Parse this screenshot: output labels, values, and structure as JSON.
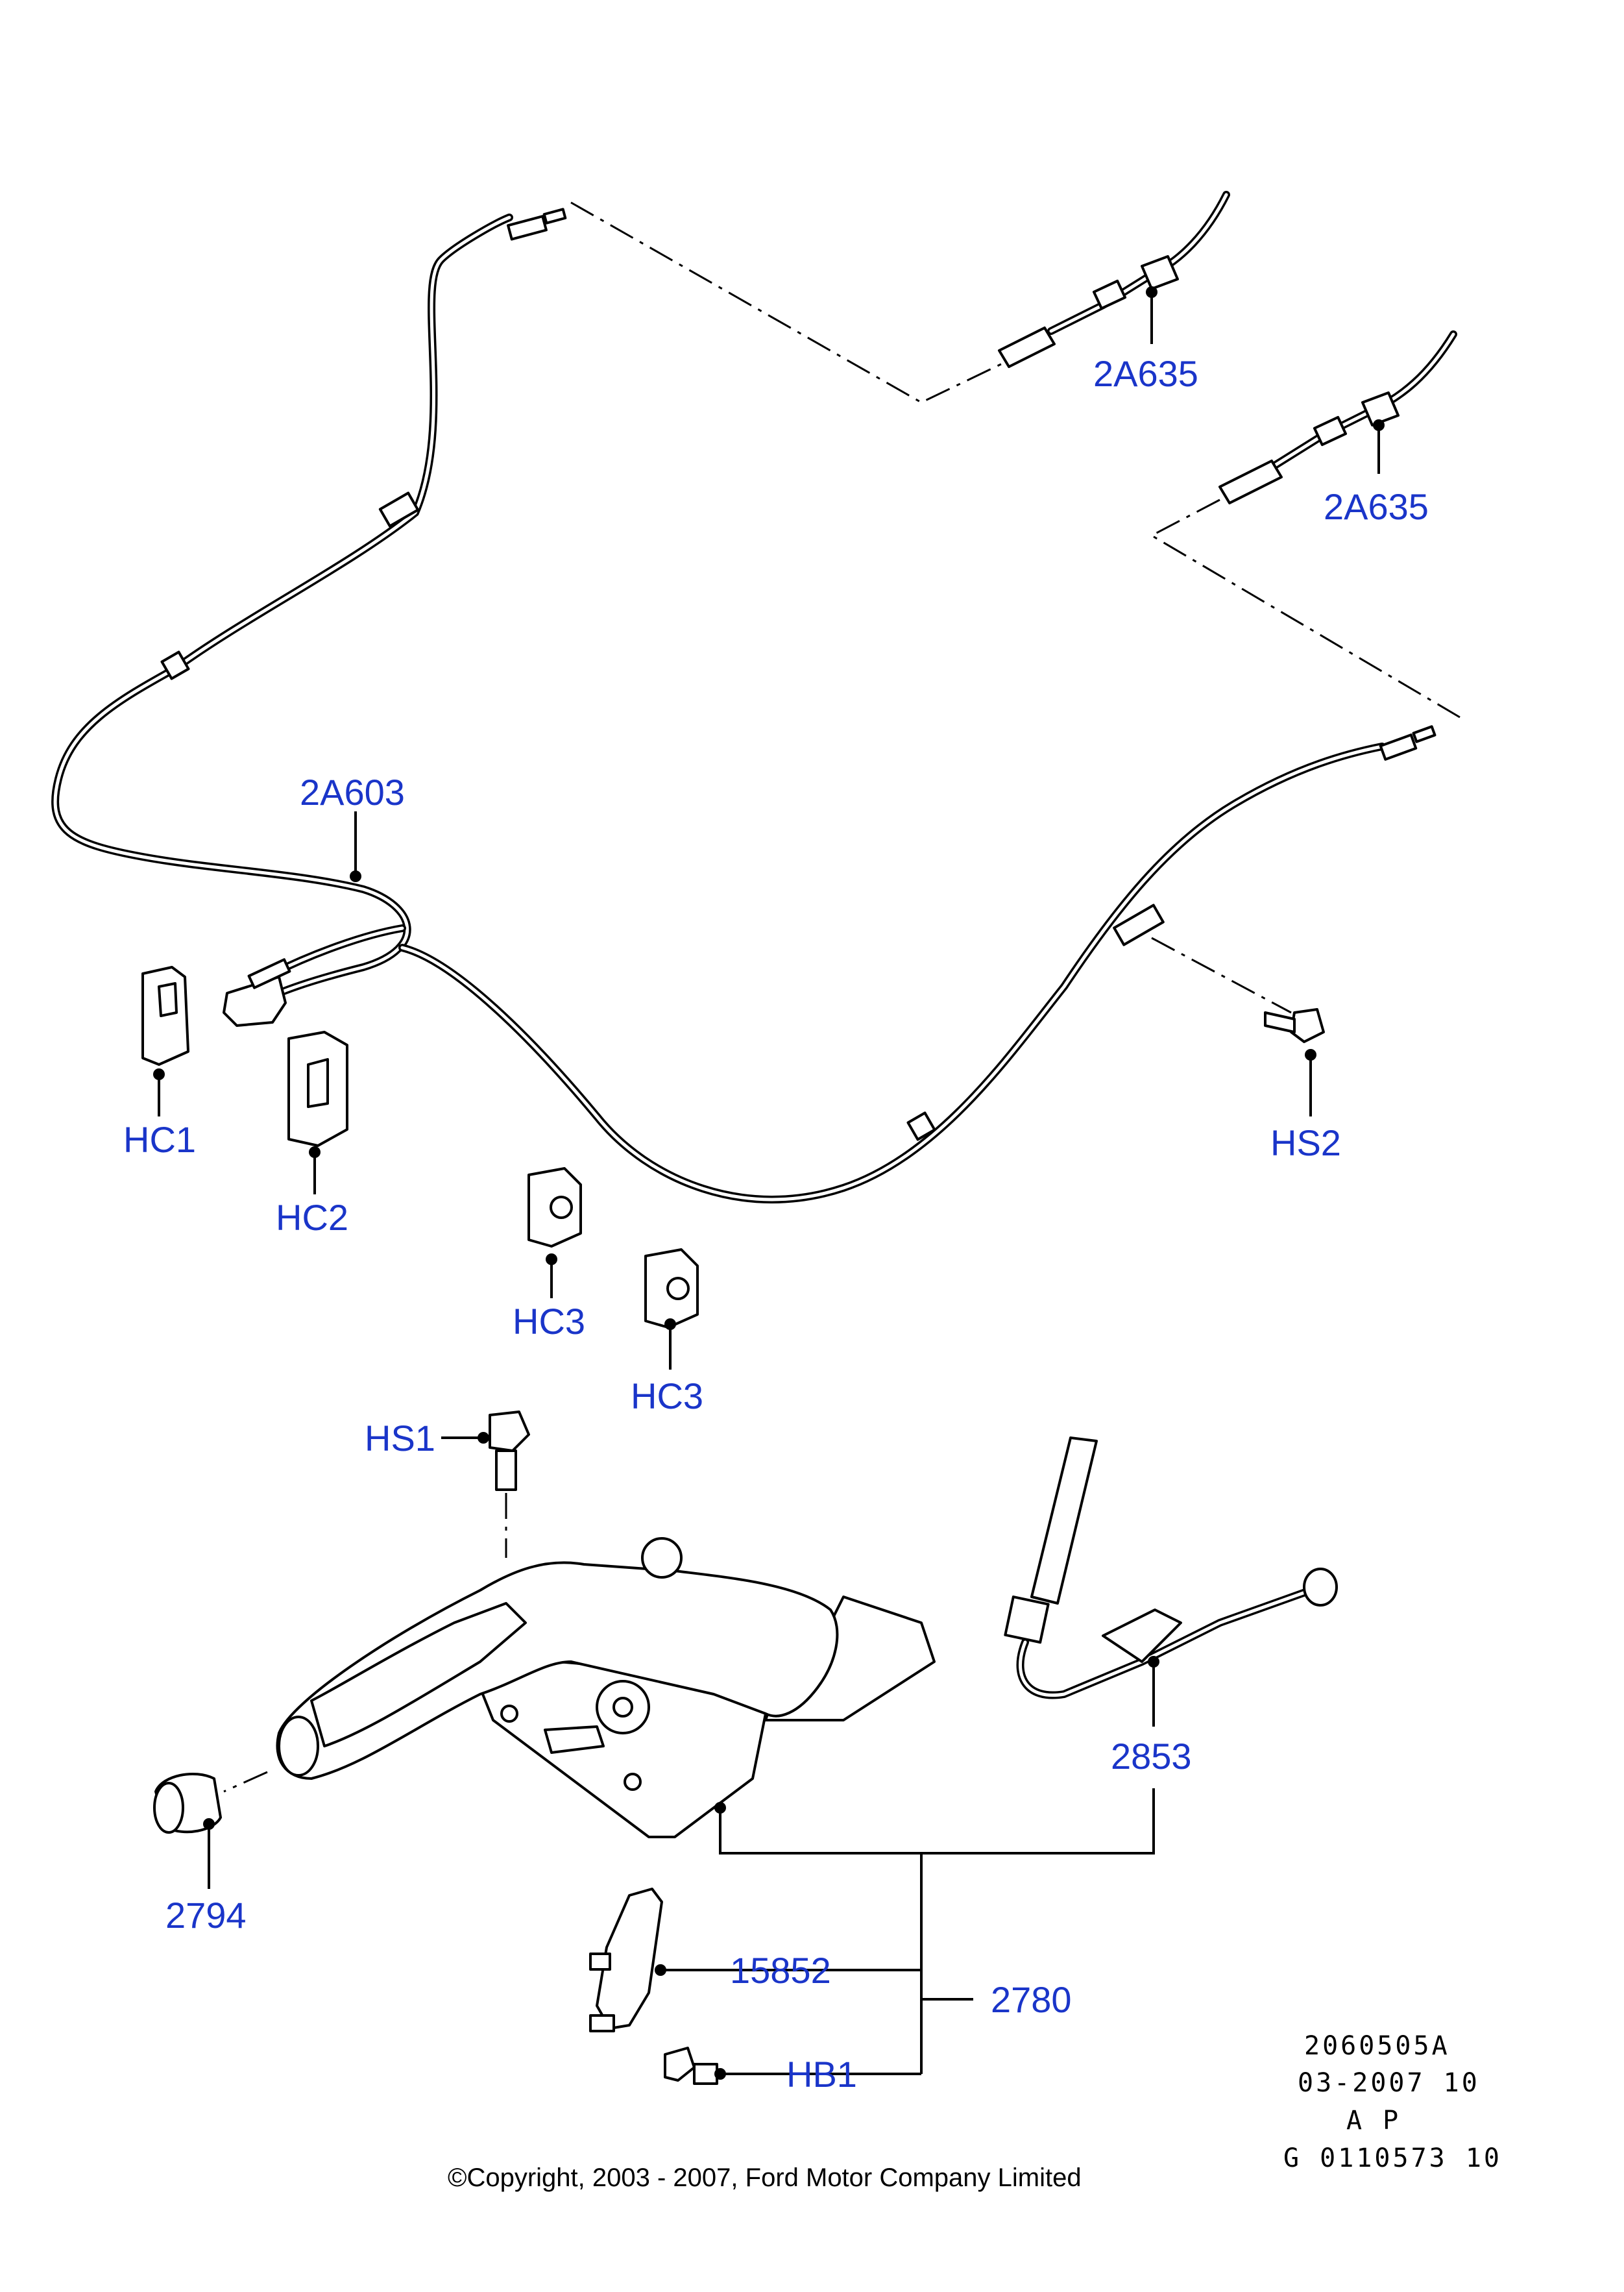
{
  "callouts": {
    "rear_cable_upper": "2A635",
    "rear_cable_lower": "2A635",
    "front_cable": "2A603",
    "clip_hc1": "HC1",
    "clip_hc2": "HC2",
    "clip_hc3_a": "HC3",
    "clip_hc3_b": "HC3",
    "screw_hs2": "HS2",
    "screw_hs1": "HS1",
    "adjuster": "2853",
    "grip": "2794",
    "switch": "15852",
    "lever_assembly": "2780",
    "bolt": "HB1"
  },
  "reference": {
    "line1": "2060505A",
    "line2": "03-2007 10",
    "line3": "A P",
    "line4": "G 0110573 10"
  },
  "copyright": "©Copyright, 2003 - 2007, Ford Motor Company Limited"
}
